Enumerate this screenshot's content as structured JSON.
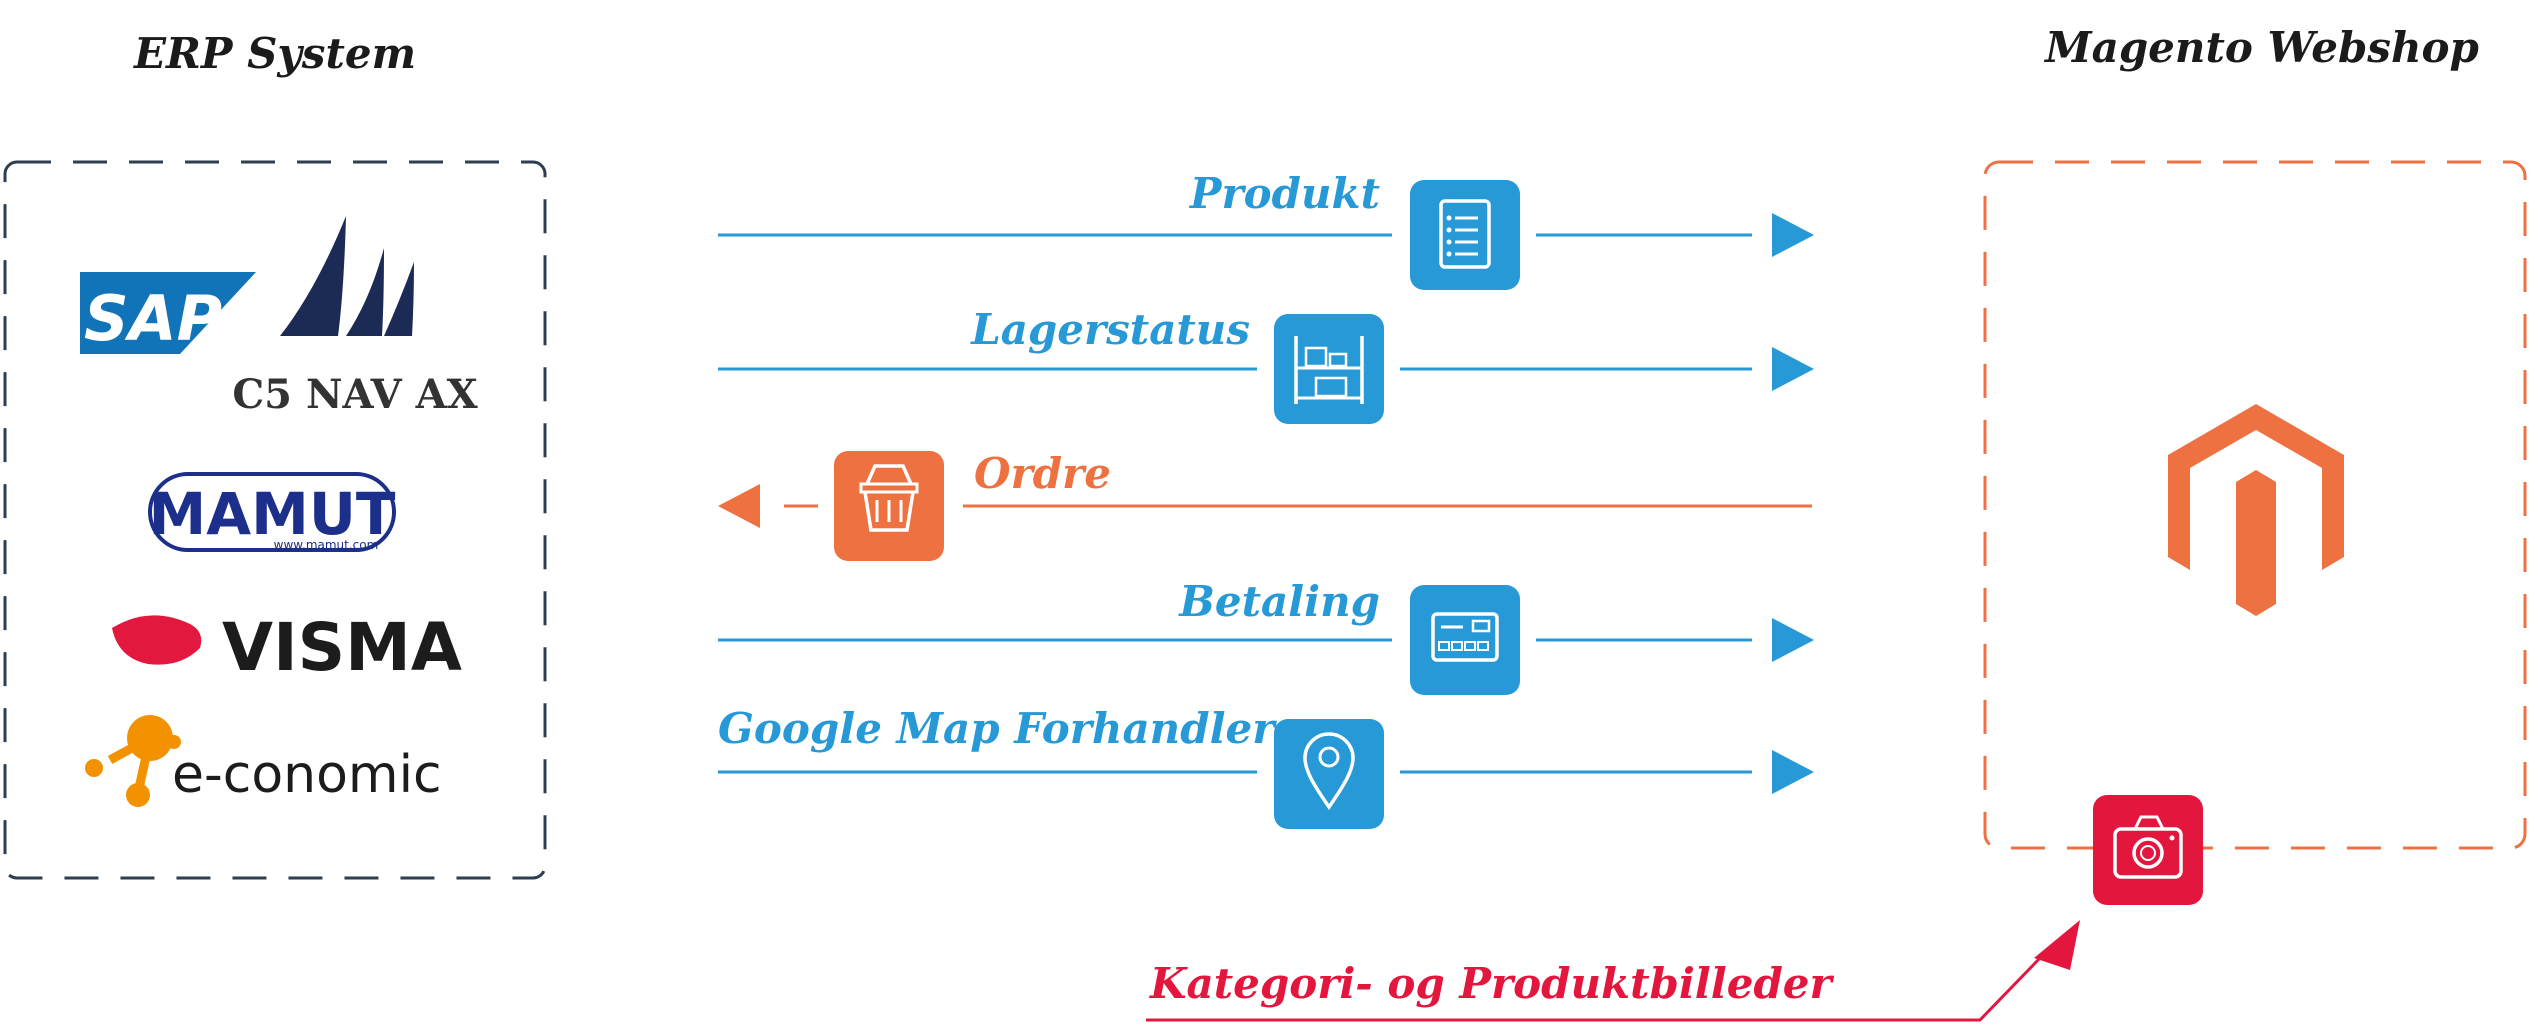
{
  "erp": {
    "title": "ERP System",
    "logos": {
      "sap": "SAP",
      "c5_nav_ax": "C5 NAV AX",
      "mamut": "MAMUT",
      "mamut_url": "www.mamut.com",
      "visma": "VISMA",
      "economic": "e-conomic"
    }
  },
  "webshop": {
    "title": "Magento Webshop",
    "logo_icon": "magento-icon"
  },
  "flows": [
    {
      "label": "Produkt",
      "direction": "to-webshop",
      "icon": "document-list-icon",
      "color": "#2699d6"
    },
    {
      "label": "Lagerstatus",
      "direction": "to-webshop",
      "icon": "warehouse-shelf-icon",
      "color": "#2699d6"
    },
    {
      "label": "Ordre",
      "direction": "to-erp",
      "icon": "basket-icon",
      "color": "#ee7241"
    },
    {
      "label": "Betaling",
      "direction": "to-webshop",
      "icon": "payment-card-icon",
      "color": "#2699d6"
    },
    {
      "label": "Google Map Forhandlere",
      "direction": "to-webshop",
      "icon": "map-pin-icon",
      "color": "#2699d6"
    }
  ],
  "images_flow": {
    "label": "Kategori- og Produktbilleder",
    "icon": "camera-icon",
    "color": "#e3173e"
  },
  "colors": {
    "blue": "#2699d6",
    "orange": "#ee7241",
    "red": "#e3173e",
    "erp_border": "#2c3e50",
    "magento": "#ee7241"
  }
}
